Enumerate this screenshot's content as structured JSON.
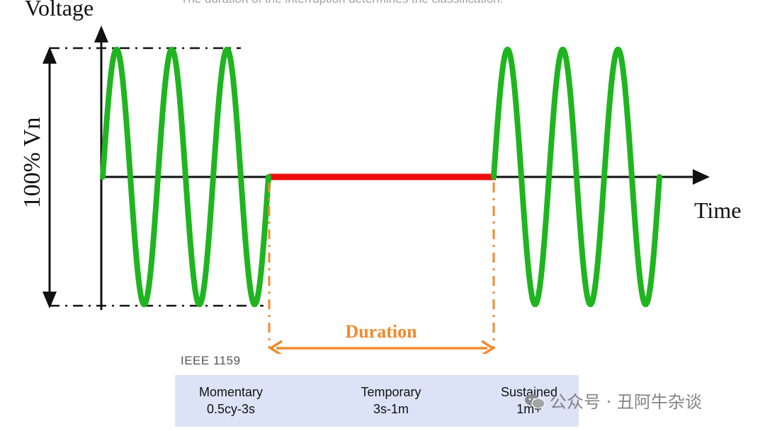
{
  "diagram": {
    "caption": "The duration of the interruption determines the classification.",
    "voltage_label": "Voltage",
    "time_label": "Time",
    "amplitude_label": "100% Vn",
    "duration_label": "Duration",
    "colors": {
      "waveform": "#1fb51f",
      "interruption": "#ee0d0d",
      "duration": "#f28a2e",
      "axis": "#111111"
    }
  },
  "standard": {
    "label": "IEEE 1159",
    "classes": [
      {
        "name": "Momentary",
        "range": "0.5cy-3s"
      },
      {
        "name": "Temporary",
        "range": "3s-1m"
      },
      {
        "name": "Sustained",
        "range": "1m+"
      }
    ],
    "band_color": "#dde3f7"
  },
  "watermark": {
    "text": "公众号 · 丑阿牛杂谈",
    "icon": "wechat-icon"
  }
}
